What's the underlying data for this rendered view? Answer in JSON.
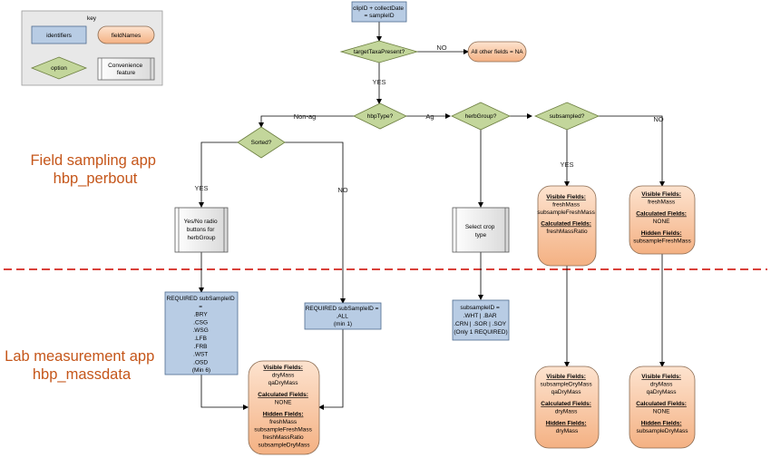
{
  "key": {
    "title": "key",
    "identifiers": "identifiers",
    "fieldNames": "fieldNames",
    "option": "option",
    "convenience": [
      "Convenience",
      "feature"
    ]
  },
  "apps": {
    "field": [
      "Field sampling app",
      "hbp_perbout"
    ],
    "lab": [
      "Lab measurement app",
      "hbp_massdata"
    ]
  },
  "nodes": {
    "start": [
      "clipID + collectDate",
      "= sampleID"
    ],
    "targetTaxa": "targetTaxaPresent?",
    "allOther": "All other fields = NA",
    "hbpType": "hbpType?",
    "herbGroup": "herbGroup?",
    "subsampled": "subsampled?",
    "sorted": "Sorted?",
    "yesNoRadio": [
      "Yes/No radio",
      "buttons for",
      "herbGroup"
    ],
    "selectCrop": [
      "Select crop",
      "type"
    ],
    "reqSorted": [
      "REQUIRED subSampleID",
      "=",
      ".BRY",
      ".CSG",
      ".WSG",
      ".LFB",
      ".FRB",
      ".WST",
      ".OSD",
      "(Min 6)"
    ],
    "reqAll": [
      "REQUIRED subSampleID =",
      ".ALL",
      "(min 1)"
    ],
    "crops": [
      "subsampleID =",
      ".WHT | .BAR",
      ".CRN | .SOR | .SOY",
      "(Only 1 REQUIRED)"
    ],
    "fieldSub": {
      "visH": "Visible Fields:",
      "vis": [
        "freshMass",
        "subsampleFreshMass"
      ],
      "calcH": "Calculated Fields:",
      "calc": [
        "freshMassRatio"
      ]
    },
    "fieldNoSub": {
      "visH": "Visible Fields:",
      "vis": [
        "freshMass"
      ],
      "calcH": "Calculated Fields:",
      "calc": [
        "NONE"
      ],
      "hidH": "Hidden Fields:",
      "hid": [
        "subsampleFreshMass"
      ]
    },
    "labMain": {
      "visH": "Visible Fields:",
      "vis": [
        "dryMass",
        "qaDryMass"
      ],
      "calcH": "Calculated Fields:",
      "calc": [
        "NONE"
      ],
      "hidH": "Hidden Fields:",
      "hid": [
        "freshMass",
        "subsampleFreshMass",
        "freshMassRatio",
        "subsampleDryMass"
      ]
    },
    "labSub": {
      "visH": "Visible Fields:",
      "vis": [
        "subsampleDryMass",
        "qaDryMass"
      ],
      "calcH": "Calculated Fields:",
      "calc": [
        "dryMass"
      ],
      "hidH": "Hidden Fields:",
      "hid": [
        "dryMass"
      ]
    },
    "labNoSub": {
      "visH": "Visible Fields:",
      "vis": [
        "dryMass",
        "qaDryMass"
      ],
      "calcH": "Calculated Fields:",
      "calc": [
        "NONE"
      ],
      "hidH": "Hidden Fields:",
      "hid": [
        "subsampleDryMass"
      ]
    }
  },
  "edges": {
    "no1": "NO",
    "yes1": "YES",
    "nonAg": "Non-ag",
    "ag": "Ag",
    "no2": "NO",
    "yes2": "YES",
    "yes3": "YES",
    "no3": "NO"
  },
  "colors": {
    "blueFill": "#b8cce4",
    "blueStroke": "#4f6b8f",
    "orangeFill": "#fbd4b4",
    "greenFill": "#c3d69b",
    "divider": "#d9413a"
  }
}
